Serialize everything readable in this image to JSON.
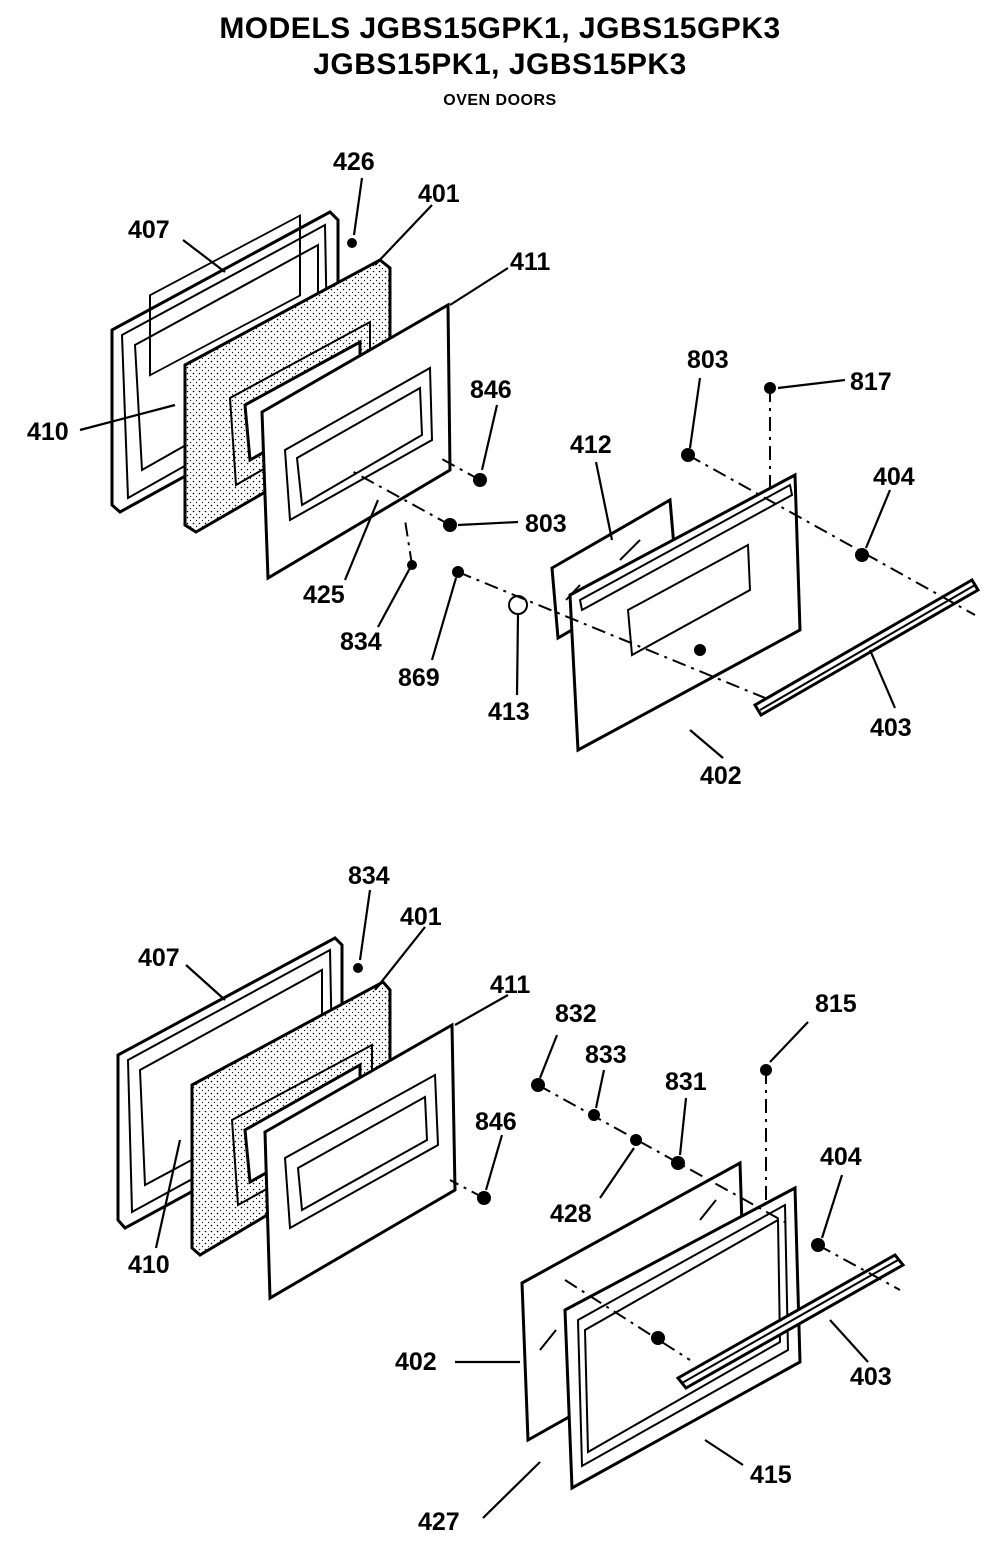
{
  "header": {
    "title_line1": "MODELS JGBS15GPK1, JGBS15GPK3",
    "title_line2": "JGBS15PK1, JGBS15PK3",
    "subtitle": "OVEN DOORS"
  },
  "top_assembly": {
    "labels": {
      "l426": "426",
      "l401": "401",
      "l407": "407",
      "l411": "411",
      "l410": "410",
      "l846": "846",
      "l803a": "803",
      "l817": "817",
      "l412": "412",
      "l404": "404",
      "l803b": "803",
      "l425": "425",
      "l834": "834",
      "l869": "869",
      "l413": "413",
      "l403": "403",
      "l402": "402"
    }
  },
  "bottom_assembly": {
    "labels": {
      "l834": "834",
      "l401": "401",
      "l407": "407",
      "l411": "411",
      "l832": "832",
      "l815": "815",
      "l833": "833",
      "l831": "831",
      "l846": "846",
      "l404": "404",
      "l428": "428",
      "l410": "410",
      "l402": "402",
      "l403": "403",
      "l415": "415",
      "l427": "427"
    }
  }
}
